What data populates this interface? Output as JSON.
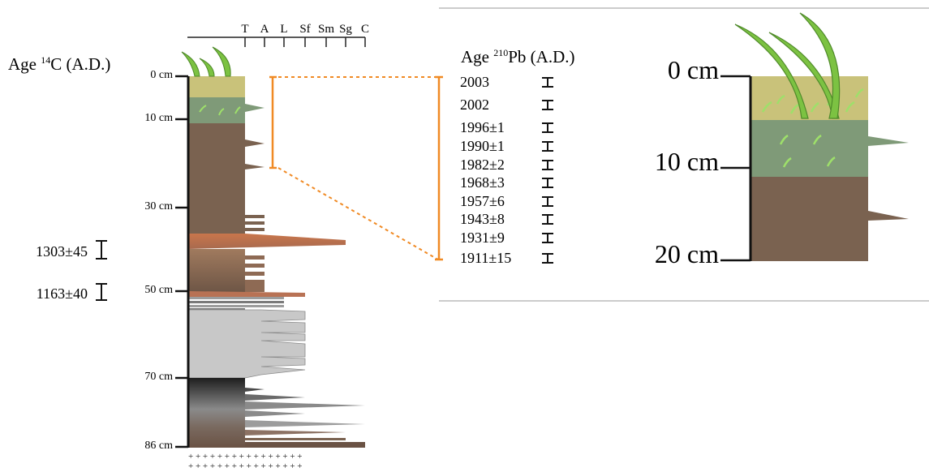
{
  "left_column": {
    "c14_title_prefix": "Age ",
    "c14_title_isotope": "14",
    "c14_title_suffix": "C (A.D.)",
    "grain_scale_labels": [
      "T",
      "A",
      "L",
      "Sf",
      "Sm",
      "Sg",
      "C"
    ],
    "depth_labels": [
      "0 cm",
      "10 cm",
      "30 cm",
      "50 cm",
      "70 cm",
      "86 cm"
    ],
    "c14_ages": [
      "1303±45",
      "1163±40"
    ],
    "base_symbol": "+ + + + + + + + + + + + + + + +"
  },
  "middle_column": {
    "pb210_title_prefix": "Age ",
    "pb210_title_isotope": "210",
    "pb210_title_suffix": "Pb (A.D.)",
    "pb210_ages": [
      "2003",
      "2002",
      "1996±1",
      "1990±1",
      "1982±2",
      "1968±3",
      "1957±6",
      "1943±8",
      "1931±9",
      "1911±15"
    ]
  },
  "right_column": {
    "depth_labels": [
      "0 cm",
      "10 cm",
      "20 cm"
    ]
  },
  "colors": {
    "grass": "#7cc242",
    "grass_dark": "#4f8a2a",
    "topsoil": "#c9c27a",
    "moss_layer": "#7f9a78",
    "peat": "#7a6250",
    "orange_band": "#c9764c",
    "grey_clay": "#c8c8c8",
    "correlation_lines": "#f08a24",
    "axis": "#222222"
  }
}
